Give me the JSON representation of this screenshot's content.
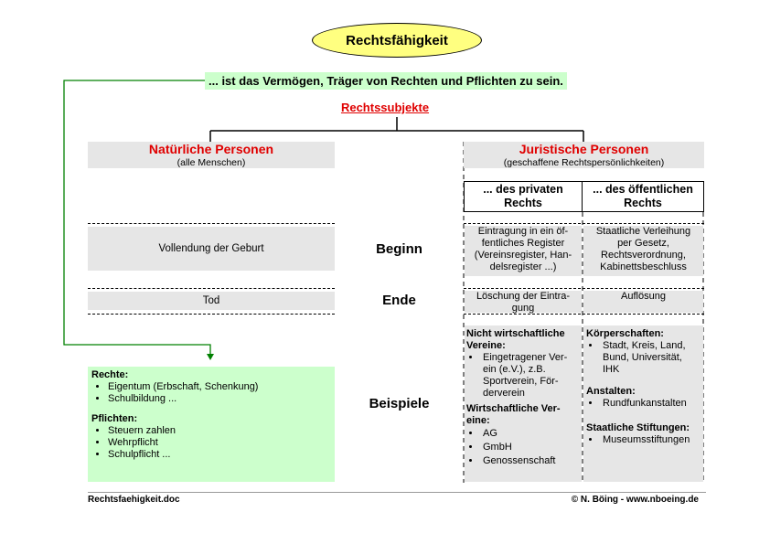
{
  "title": "Rechtsfähigkeit",
  "definition": "... ist das Vermögen, Träger von Rechten und Pflichten zu sein.",
  "subjects_label": "Rechtssubjekte",
  "natural": {
    "title": "Natürliche Personen",
    "subtitle": "(alle Menschen)",
    "beginn": "Vollendung der Geburt",
    "ende": "Tod"
  },
  "juristic": {
    "title": "Juristische Personen",
    "subtitle": "(geschaffene Rechtspersönlichkeiten)",
    "private_header": "... des privaten Rechts",
    "public_header": "... des öffentlichen Rechts",
    "private_beginn": "Eintragung in ein öf-fentliches Register (Vereinsregister, Han-delsregister ...)",
    "public_beginn": "Staatliche Verleihung per Gesetz, Rechtsverordnung, Kabinettsbeschluss",
    "private_ende": "Löschung der Eintra-gung",
    "public_ende": "Auflösung"
  },
  "row_labels": {
    "beginn": "Beginn",
    "ende": "Ende",
    "beispiele": "Beispiele"
  },
  "examples_natural": {
    "rights_title": "Rechte:",
    "rights": [
      "Eigentum (Erbschaft, Schenkung)",
      "Schulbildung ..."
    ],
    "duties_title": "Pflichten:",
    "duties": [
      "Steuern zahlen",
      "Wehrpflicht",
      "Schulpflicht ..."
    ]
  },
  "examples_private": {
    "group1_title": "Nicht wirtschaftliche Vereine:",
    "group1_items": [
      "Eingetragener Ver-ein (e.V.), z.B. Sportverein, För-derverein"
    ],
    "group2_title": "Wirtschaftliche Ver-eine:",
    "group2_items": [
      "AG",
      "GmbH",
      "Genossenschaft"
    ]
  },
  "examples_public": {
    "group1_title": "Körperschaften:",
    "group1_items": [
      "Stadt, Kreis, Land, Bund, Universität, IHK"
    ],
    "group2_title": "Anstalten:",
    "group2_items": [
      "Rundfunkanstalten"
    ],
    "group3_title": "Staatliche Stiftungen:",
    "group3_items": [
      "Museumsstiftungen"
    ]
  },
  "footer": {
    "left": "Rechtsfaehigkeit.doc",
    "right": "© N. Böing - www.nboeing.de"
  },
  "colors": {
    "title_fill": "#ffff80",
    "highlight_green": "#ccffcc",
    "accent_red": "#e00000",
    "connector_green": "#008000",
    "cell_grey": "#e6e6e6"
  }
}
